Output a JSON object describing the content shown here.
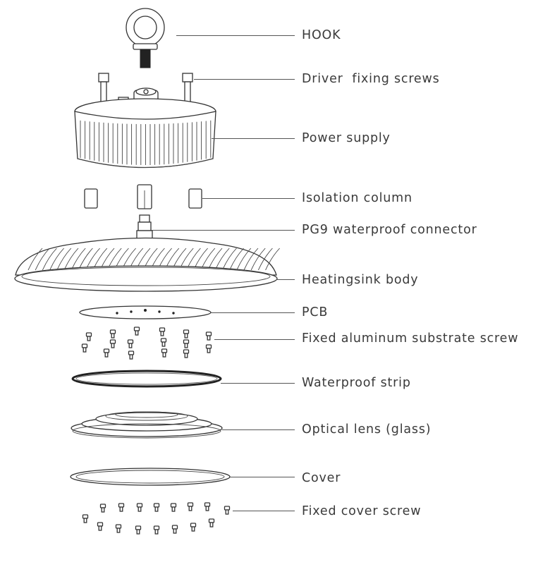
{
  "labels": {
    "hook": "HOOK",
    "driver_screws": "Driver  fixing screws",
    "power_supply": "Power supply",
    "isolation_column": "Isolation column",
    "pg9_connector": "PG9 waterproof connector",
    "heatsink_body": "Heatingsink body",
    "pcb": "PCB",
    "substrate_screw": "Fixed aluminum substrate screw",
    "waterproof_strip": "Waterproof strip",
    "optical_lens": "Optical lens (glass)",
    "cover": "Cover",
    "cover_screw": "Fixed cover screw"
  }
}
